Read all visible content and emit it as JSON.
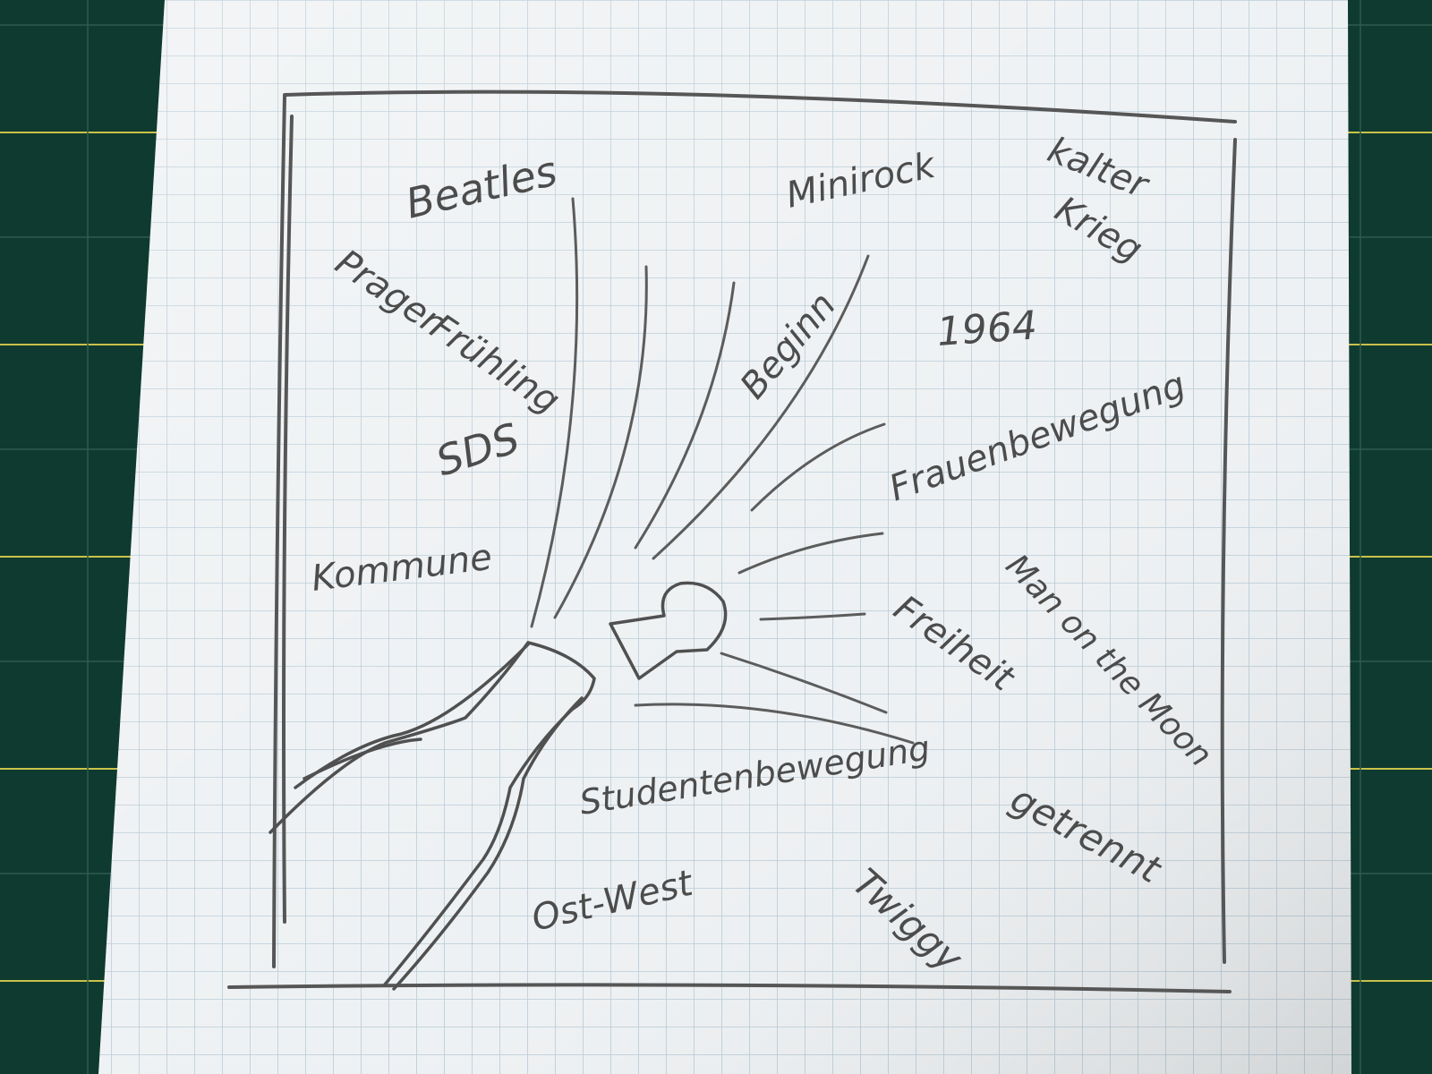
{
  "scene": {
    "description_type": "pencil sketch on graph paper over cutting mat",
    "colors": {
      "mat": "#0f3a30",
      "mat_grid": "#c9c24a",
      "paper": "#eef1f3",
      "paper_grid": "#b7cbd8",
      "pencil": "#4c4c4c"
    }
  },
  "sketch": {
    "labels": {
      "beatles": "Beatles",
      "minirock": "Minirock",
      "kalter": "kalter",
      "krieg": "Krieg",
      "prager": "Prager",
      "fruehling": "Frühling",
      "sds": "SDS",
      "beginn": "Beginn",
      "year": "1964",
      "frauenbewegung": "Frauenbewegung",
      "kommune": "Kommune",
      "man_on_the_moon": "Man on the Moon",
      "freiheit": "Freiheit",
      "studentenbewegung": "Studentenbewegung",
      "getrennt": "getrennt",
      "ost_west": "Ost-West",
      "twiggy": "Twiggy"
    },
    "icons": {
      "bottle": "champagne-bottle-icon",
      "cork": "cork-icon"
    }
  }
}
